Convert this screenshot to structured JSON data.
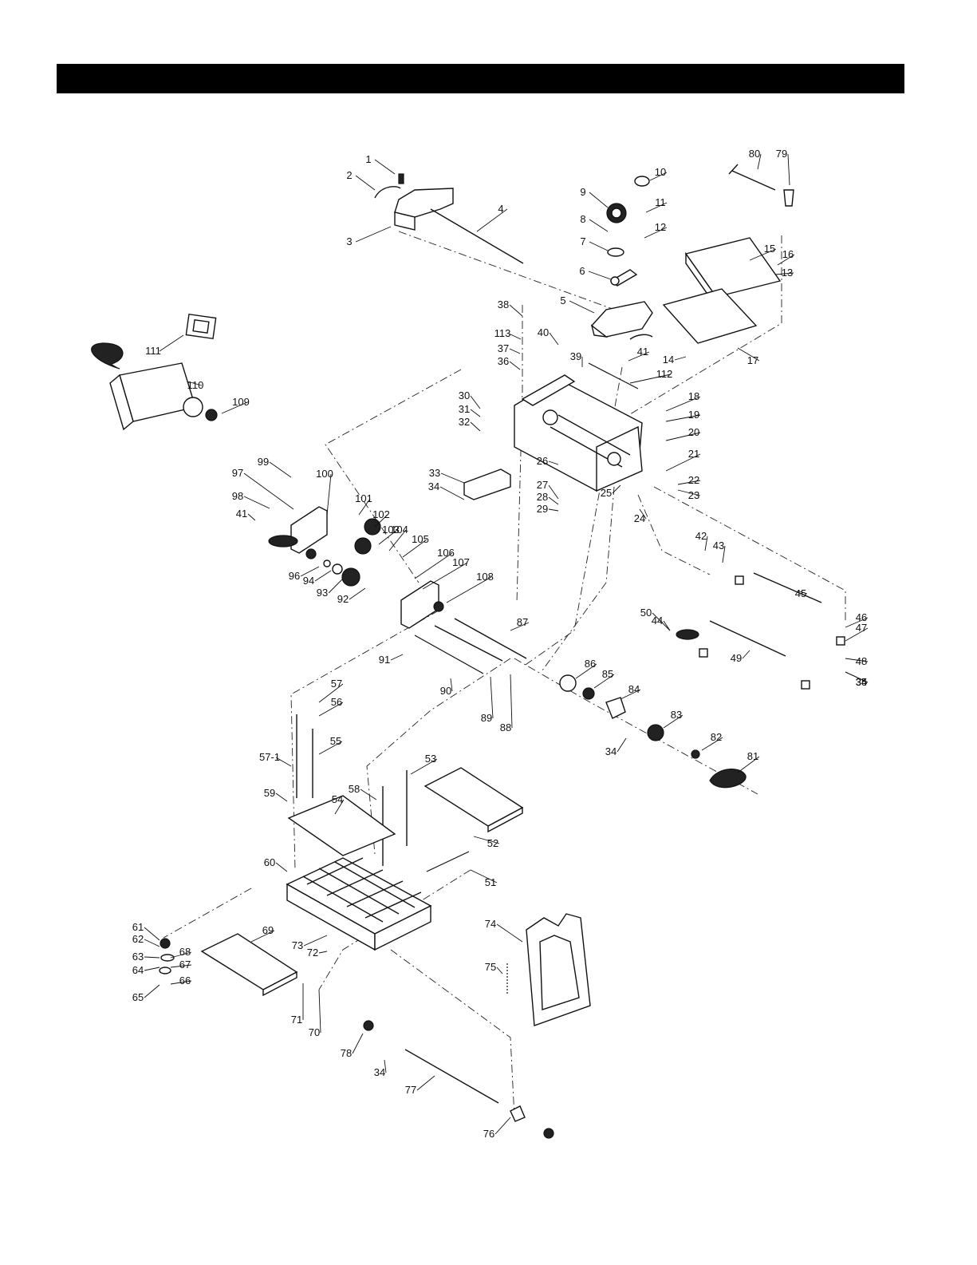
{
  "header": {
    "title": ""
  },
  "diagram": {
    "callouts": [
      {
        "label": "1"
      },
      {
        "label": "2"
      },
      {
        "label": "3"
      },
      {
        "label": "4"
      },
      {
        "label": "5"
      },
      {
        "label": "6"
      },
      {
        "label": "7"
      },
      {
        "label": "8"
      },
      {
        "label": "9"
      },
      {
        "label": "10"
      },
      {
        "label": "11"
      },
      {
        "label": "12"
      },
      {
        "label": "13"
      },
      {
        "label": "14"
      },
      {
        "label": "15"
      },
      {
        "label": "16"
      },
      {
        "label": "17"
      },
      {
        "label": "18"
      },
      {
        "label": "19"
      },
      {
        "label": "20"
      },
      {
        "label": "21"
      },
      {
        "label": "22"
      },
      {
        "label": "23"
      },
      {
        "label": "24"
      },
      {
        "label": "25"
      },
      {
        "label": "26"
      },
      {
        "label": "27"
      },
      {
        "label": "28"
      },
      {
        "label": "29"
      },
      {
        "label": "30"
      },
      {
        "label": "31"
      },
      {
        "label": "32"
      },
      {
        "label": "33"
      },
      {
        "label": "34"
      },
      {
        "label": "34"
      },
      {
        "label": "34"
      },
      {
        "label": "34"
      },
      {
        "label": "34"
      },
      {
        "label": "35"
      },
      {
        "label": "36"
      },
      {
        "label": "37"
      },
      {
        "label": "38"
      },
      {
        "label": "39"
      },
      {
        "label": "40"
      },
      {
        "label": "41"
      },
      {
        "label": "41"
      },
      {
        "label": "42"
      },
      {
        "label": "43"
      },
      {
        "label": "44"
      },
      {
        "label": "45"
      },
      {
        "label": "46"
      },
      {
        "label": "47"
      },
      {
        "label": "48"
      },
      {
        "label": "49"
      },
      {
        "label": "50"
      },
      {
        "label": "51"
      },
      {
        "label": "52"
      },
      {
        "label": "53"
      },
      {
        "label": "54"
      },
      {
        "label": "55"
      },
      {
        "label": "56"
      },
      {
        "label": "57"
      },
      {
        "label": "57-1"
      },
      {
        "label": "58"
      },
      {
        "label": "59"
      },
      {
        "label": "60"
      },
      {
        "label": "61"
      },
      {
        "label": "62"
      },
      {
        "label": "63"
      },
      {
        "label": "64"
      },
      {
        "label": "65"
      },
      {
        "label": "66"
      },
      {
        "label": "67"
      },
      {
        "label": "68"
      },
      {
        "label": "69"
      },
      {
        "label": "70"
      },
      {
        "label": "71"
      },
      {
        "label": "72"
      },
      {
        "label": "73"
      },
      {
        "label": "74"
      },
      {
        "label": "75"
      },
      {
        "label": "76"
      },
      {
        "label": "77"
      },
      {
        "label": "78"
      },
      {
        "label": "79"
      },
      {
        "label": "80"
      },
      {
        "label": "81"
      },
      {
        "label": "82"
      },
      {
        "label": "83"
      },
      {
        "label": "84"
      },
      {
        "label": "85"
      },
      {
        "label": "86"
      },
      {
        "label": "87"
      },
      {
        "label": "88"
      },
      {
        "label": "89"
      },
      {
        "label": "90"
      },
      {
        "label": "91"
      },
      {
        "label": "92"
      },
      {
        "label": "93"
      },
      {
        "label": "94"
      },
      {
        "label": "96"
      },
      {
        "label": "97"
      },
      {
        "label": "98"
      },
      {
        "label": "99"
      },
      {
        "label": "100"
      },
      {
        "label": "101"
      },
      {
        "label": "102"
      },
      {
        "label": "103"
      },
      {
        "label": "104"
      },
      {
        "label": "105"
      },
      {
        "label": "106"
      },
      {
        "label": "107"
      },
      {
        "label": "108"
      },
      {
        "label": "109"
      },
      {
        "label": "110"
      },
      {
        "label": "111"
      },
      {
        "label": "112"
      },
      {
        "label": "113"
      }
    ]
  }
}
